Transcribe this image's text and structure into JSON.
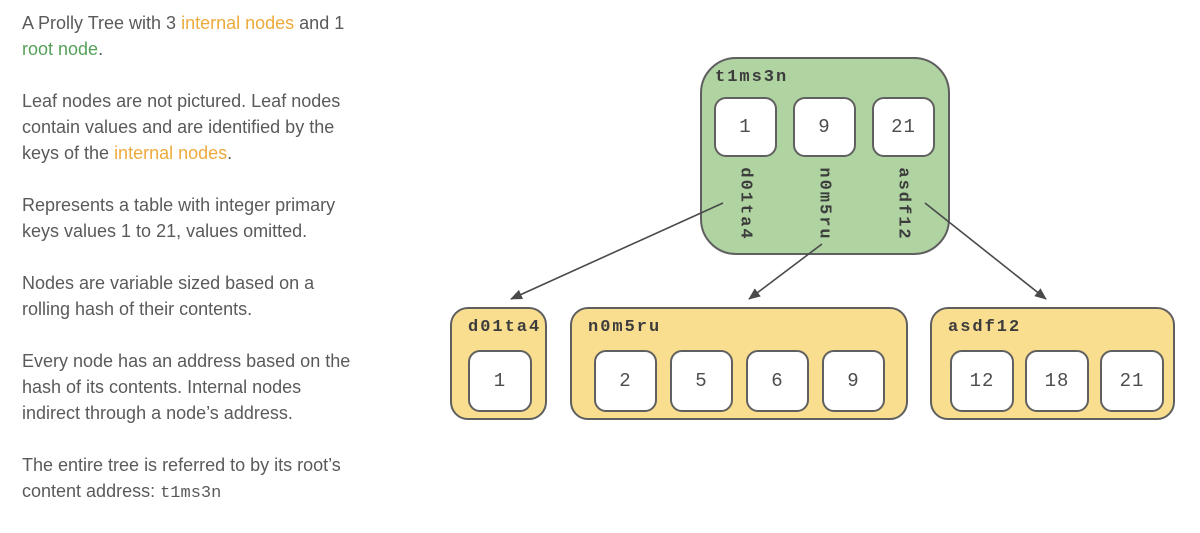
{
  "colors": {
    "root_fill": "#afd3a1",
    "internal_fill": "#f9de90",
    "node_stroke": "#5f5f5f",
    "arrow": "#4a4a4a",
    "body_text": "#5a5a5a",
    "internal_nodes_text": "#edaa3c",
    "root_node_text": "#55a158"
  },
  "text_panel": {
    "p1": {
      "l1a": "A Prolly Tree with 3 ",
      "l1b": "internal nodes",
      "l1c": " and 1",
      "l2a": "root node",
      "l2b": "."
    },
    "p2": {
      "l1": "Leaf nodes are not pictured. Leaf nodes",
      "l2": "contain values and are identified by the",
      "l3a": "keys of the ",
      "l3b": "internal nodes",
      "l3c": "."
    },
    "p3": {
      "l1": "Represents a table with integer primary",
      "l2": "keys values 1 to 21, values omitted."
    },
    "p4": {
      "l1": "Nodes are variable sized based on a",
      "l2": "rolling hash of their contents."
    },
    "p5": {
      "l1": "Every node has an address based on the",
      "l2": "hash of its contents. Internal nodes",
      "l3": "indirect through a node’s address."
    },
    "p6": {
      "l1": "The entire tree is referred to by its root’s",
      "l2a": "content address: ",
      "l2b": "t1ms3n"
    }
  },
  "tree": {
    "root": {
      "label": "t1ms3n",
      "cells": [
        "1",
        "9",
        "21"
      ],
      "child_refs": [
        "d01ta4",
        "n0m5ru",
        "asdf12"
      ]
    },
    "children": [
      {
        "label": "d01ta4",
        "cells": [
          "1"
        ]
      },
      {
        "label": "n0m5ru",
        "cells": [
          "2",
          "5",
          "6",
          "9"
        ]
      },
      {
        "label": "asdf12",
        "cells": [
          "12",
          "18",
          "21"
        ]
      }
    ]
  }
}
